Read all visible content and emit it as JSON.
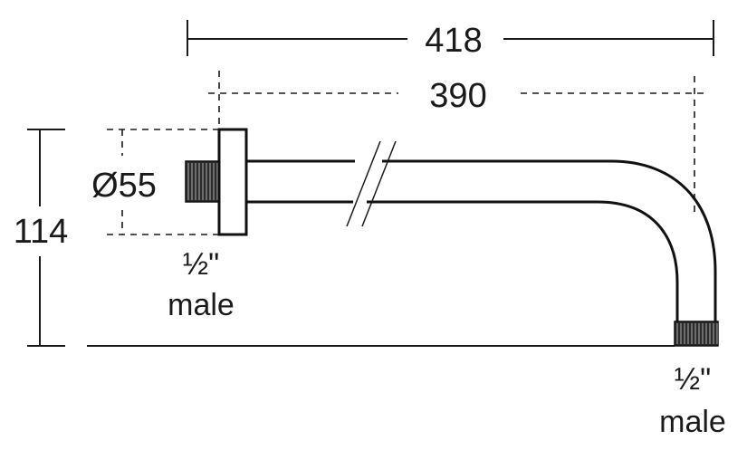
{
  "dimensions": {
    "overall_length": "418",
    "arm_length": "390",
    "flange_diameter": "Ø55",
    "height": "114"
  },
  "connections": {
    "inlet": {
      "size": "½\"",
      "type": "male"
    },
    "outlet": {
      "size": "½\"",
      "type": "male"
    }
  }
}
